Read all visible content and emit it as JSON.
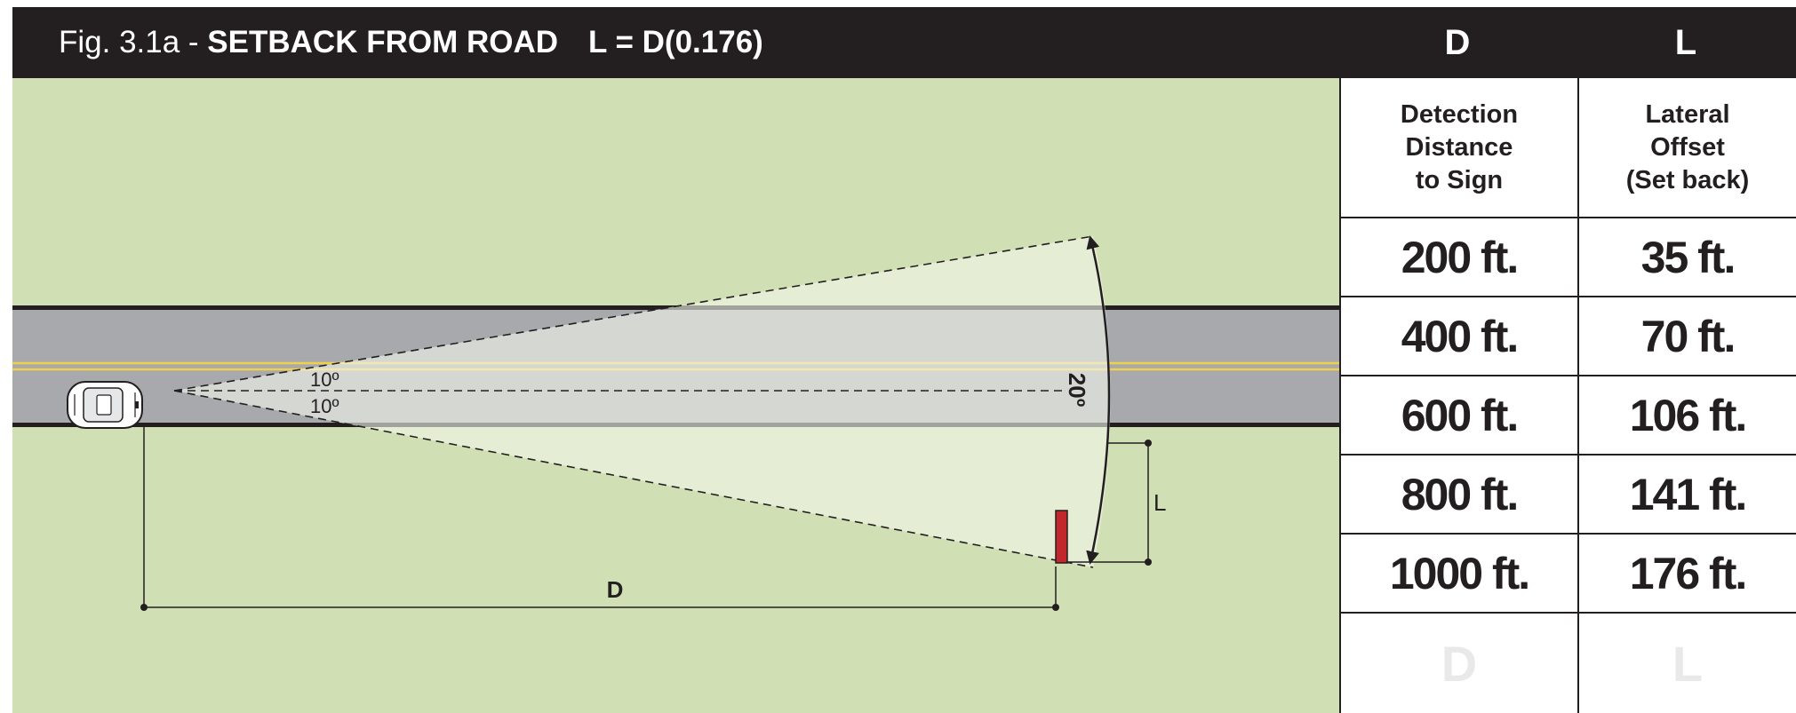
{
  "figure": {
    "label": "Fig. 3.1a - ",
    "title": "SETBACK FROM ROAD",
    "formula": "L = D(0.176)"
  },
  "diagram": {
    "angle_upper": "10º",
    "angle_lower": "10º",
    "total_angle": "20º",
    "distance_label": "D",
    "offset_label": "L",
    "colors": {
      "grass": "#d0e0b4",
      "road": "#a7a9ac",
      "road_lane": "#e6e7e8",
      "centerline": "#f2d04a",
      "cone": "#f2f5ea",
      "sign": "#c1272d",
      "line": "#231f20"
    }
  },
  "table": {
    "col_d_header": "D",
    "col_l_header": "L",
    "col_d_desc": [
      "Detection",
      "Distance",
      "to Sign"
    ],
    "col_l_desc": [
      "Lateral",
      "Offset",
      "(Set back)"
    ],
    "rows": [
      {
        "d": "200 ft.",
        "l": "35 ft."
      },
      {
        "d": "400 ft.",
        "l": "70 ft."
      },
      {
        "d": "600 ft.",
        "l": "106 ft."
      },
      {
        "d": "800 ft.",
        "l": "141 ft."
      },
      {
        "d": "1000 ft.",
        "l": "176 ft."
      }
    ],
    "ghost_d": "D",
    "ghost_l": "L"
  }
}
